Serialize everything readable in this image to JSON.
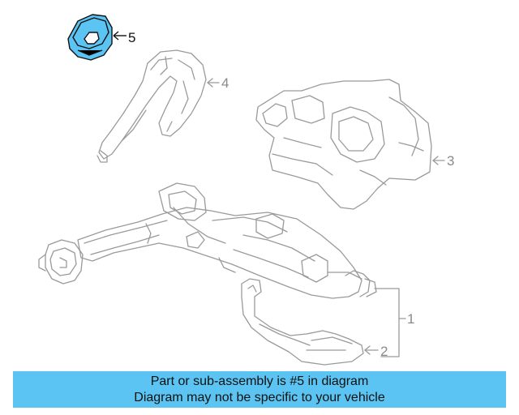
{
  "diagram": {
    "callouts": {
      "c1": "1",
      "c2": "2",
      "c3": "3",
      "c4": "4",
      "c5": "5"
    },
    "highlight_part": "5",
    "colors": {
      "highlight": "#5bc4f2",
      "line_art": "#9a9a9a",
      "active_ink": "#111111"
    }
  },
  "banner": {
    "line1": "Part or sub-assembly is #5 in diagram",
    "line2": "Diagram may not be specific to your vehicle",
    "background": "#5bc4f2"
  }
}
